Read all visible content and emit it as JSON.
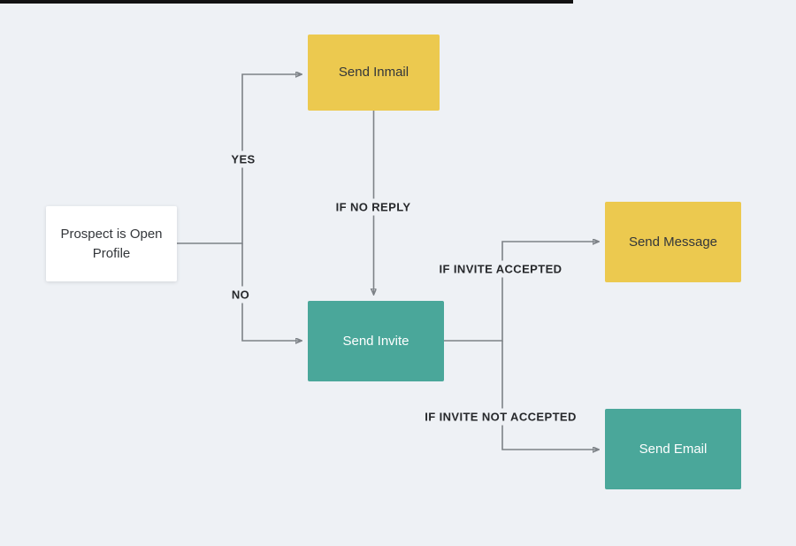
{
  "colors": {
    "background": "#eef1f5",
    "yellow": "#ecc94f",
    "teal": "#4aa79a",
    "white_node": "#ffffff",
    "connector": "#7d8287",
    "text_dark": "#33363a",
    "text_light": "#ffffff",
    "label_text": "#26282b"
  },
  "nodes": {
    "prospect": {
      "label": "Prospect is Open Profile"
    },
    "send_inmail": {
      "label": "Send Inmail"
    },
    "send_invite": {
      "label": "Send Invite"
    },
    "send_message": {
      "label": "Send Message"
    },
    "send_email": {
      "label": "Send Email"
    }
  },
  "edge_labels": {
    "yes": "YES",
    "no": "NO",
    "if_no_reply": "IF NO REPLY",
    "if_invite_accepted": "IF INVITE ACCEPTED",
    "if_invite_not_accepted": "IF INVITE NOT ACCEPTED"
  }
}
